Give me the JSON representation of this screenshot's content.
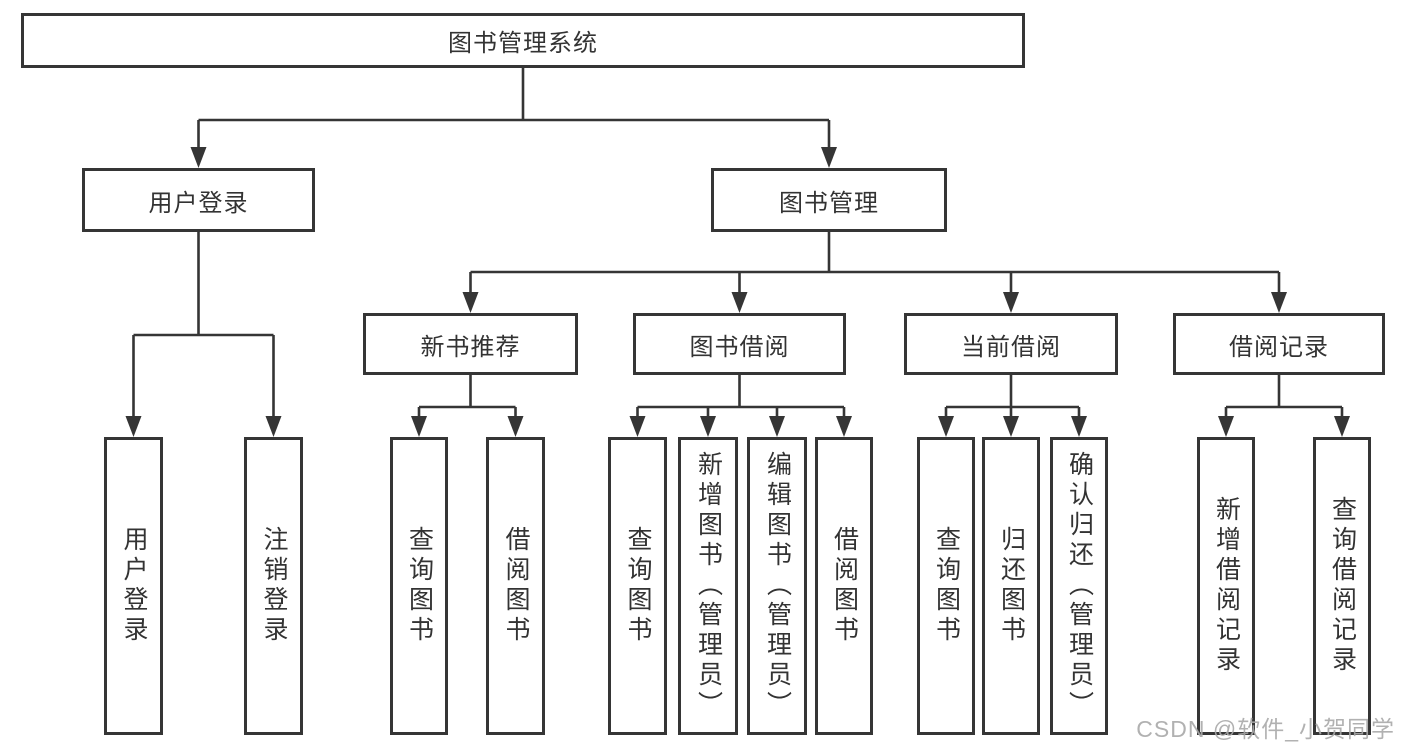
{
  "tree": {
    "root": {
      "label": "图书管理系统",
      "children": [
        {
          "label": "用户登录",
          "children": [
            {
              "label": "用户登录"
            },
            {
              "label": "注销登录"
            }
          ]
        },
        {
          "label": "图书管理",
          "children": [
            {
              "label": "新书推荐",
              "children": [
                {
                  "label": "查询图书"
                },
                {
                  "label": "借阅图书"
                }
              ]
            },
            {
              "label": "图书借阅",
              "children": [
                {
                  "label": "查询图书"
                },
                {
                  "label": "新增图书（管理员）"
                },
                {
                  "label": "编辑图书（管理员）"
                },
                {
                  "label": "借阅图书"
                }
              ]
            },
            {
              "label": "当前借阅",
              "children": [
                {
                  "label": "查询图书"
                },
                {
                  "label": "归还图书"
                },
                {
                  "label": "确认归还（管理员）"
                }
              ]
            },
            {
              "label": "借阅记录",
              "children": [
                {
                  "label": "新增借阅记录"
                },
                {
                  "label": "查询借阅记录"
                }
              ]
            }
          ]
        }
      ]
    }
  },
  "watermark": {
    "text": "CSDN @软件_小贺同学"
  },
  "colors": {
    "line": "#353535",
    "box_border": "#353535",
    "text": "#333333",
    "watermark": "#a8a8a8",
    "background": "#ffffff"
  }
}
